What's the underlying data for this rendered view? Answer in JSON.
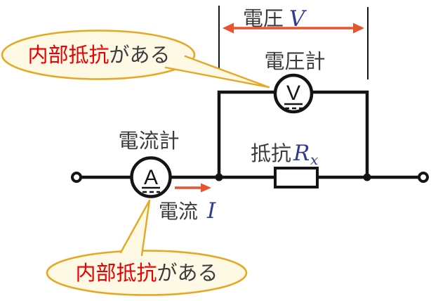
{
  "colors": {
    "wire": "#141414",
    "accent_arrow": "#e8542e",
    "math_blue": "#2f3c8f",
    "text_dark": "#3c3c3c",
    "bubble_fill": "#fdf9e5",
    "bubble_border": "#e6a823",
    "bubble_text_red": "#e60000"
  },
  "labels": {
    "voltage": {
      "prefix": "電圧",
      "symbol": "V"
    },
    "voltmeter": "電圧計",
    "ammeter": "電流計",
    "resistor": {
      "prefix": "抵抗",
      "symbol": "R",
      "subscript": "x"
    },
    "current": {
      "prefix": "電流",
      "symbol": "I"
    },
    "voltmeter_glyph": "V",
    "ammeter_glyph": "A"
  },
  "callouts": {
    "top": {
      "highlight": "内部抵抗",
      "rest": "がある"
    },
    "bottom": {
      "highlight": "内部抵抗",
      "rest": "がある"
    }
  }
}
